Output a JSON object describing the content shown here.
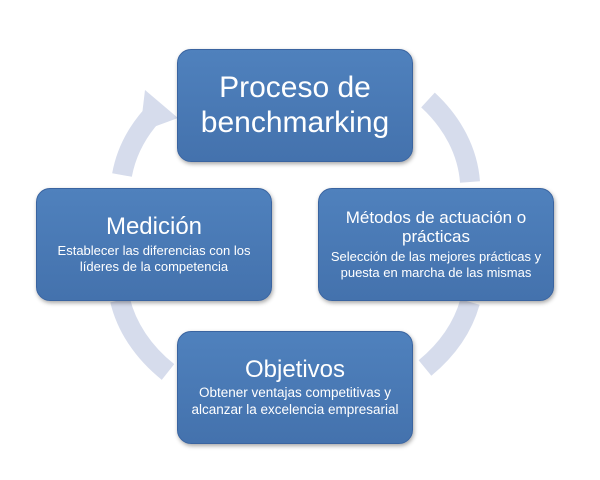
{
  "diagram": {
    "ring_color": "#d6dcec",
    "box_color": "#4f81bd",
    "nodes": {
      "top": {
        "title": "Proceso de benchmarking"
      },
      "right": {
        "title": "Métodos de actuación o prácticas",
        "description": "Selección de las mejores prácticas y puesta en marcha de las mismas"
      },
      "bottom": {
        "title": "Objetivos",
        "description": "Obtener ventajas competitivas y alcanzar la excelencia empresarial"
      },
      "left": {
        "title": "Medición",
        "description": "Establecer las diferencias con los líderes de la competencia"
      }
    }
  }
}
